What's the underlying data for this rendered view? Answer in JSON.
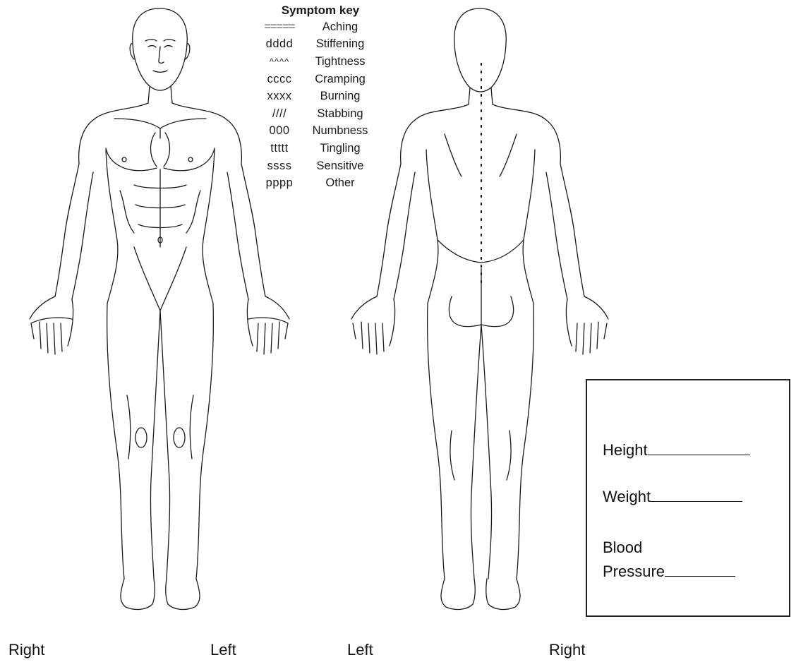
{
  "symptom_key": {
    "title": "Symptom key",
    "items": [
      {
        "code": "=====",
        "label": "Aching"
      },
      {
        "code": "dddd",
        "label": "Stiffening"
      },
      {
        "code": "^^^^",
        "label": "Tightness"
      },
      {
        "code": "cccc",
        "label": "Cramping"
      },
      {
        "code": "xxxx",
        "label": "Burning"
      },
      {
        "code": "////",
        "label": "Stabbing"
      },
      {
        "code": "000",
        "label": "Numbness"
      },
      {
        "code": "ttttt",
        "label": "Tingling"
      },
      {
        "code": "ssss",
        "label": "Sensitive"
      },
      {
        "code": "pppp",
        "label": "Other"
      }
    ]
  },
  "vitals": {
    "height": "Height",
    "weight": "Weight",
    "blood": "Blood",
    "pressure": "Pressure"
  },
  "side_labels": {
    "front_right": "Right",
    "front_left": "Left",
    "back_left": "Left",
    "back_right": "Right"
  }
}
